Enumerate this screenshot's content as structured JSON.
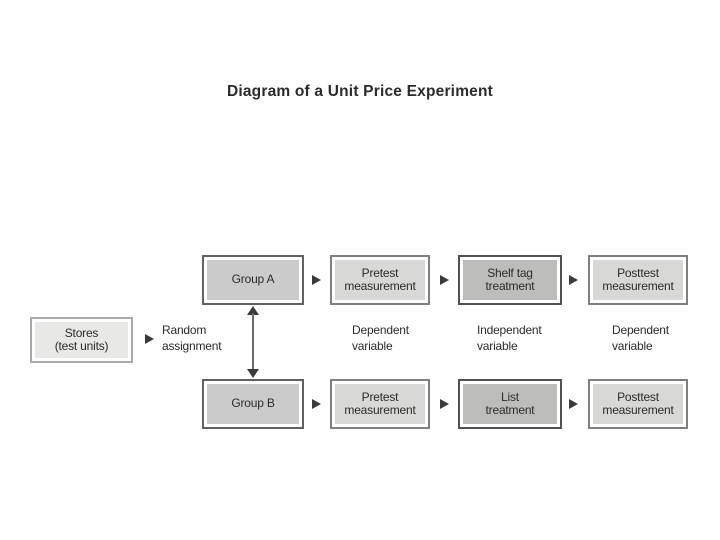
{
  "title": "Diagram of a Unit Price Experiment",
  "boxes": {
    "stores": {
      "label": "Stores\n(test units)"
    },
    "group_a": {
      "label": "Group A"
    },
    "pretest_a": {
      "label": "Pretest\nmeasurement"
    },
    "shelf_tag": {
      "label": "Shelf tag\ntreatment"
    },
    "posttest_a": {
      "label": "Posttest\nmeasurement"
    },
    "group_b": {
      "label": "Group B"
    },
    "pretest_b": {
      "label": "Pretest\nmeasurement"
    },
    "list": {
      "label": "List\ntreatment"
    },
    "posttest_b": {
      "label": "Posttest\nmeasurement"
    }
  },
  "labels": {
    "random_assignment": "Random\nassignment",
    "dependent_1": "Dependent\nvariable",
    "independent": "Independent\nvariable",
    "dependent_2": "Dependent\nvariable"
  },
  "colors": {
    "background": "#ffffff",
    "text": "#2b2b2b",
    "stores_fill": "#e8e8e6",
    "stores_border": "#a8a8a8",
    "group_fill": "#cbcbcb",
    "group_border": "#616161",
    "measurement_fill": "#d8d8d6",
    "measurement_border": "#7f7f7f",
    "treatment_fill": "#bdbdbb",
    "treatment_border": "#515151",
    "arrow": "#3a3a3a",
    "arrow_line": "#6a6a6a"
  }
}
